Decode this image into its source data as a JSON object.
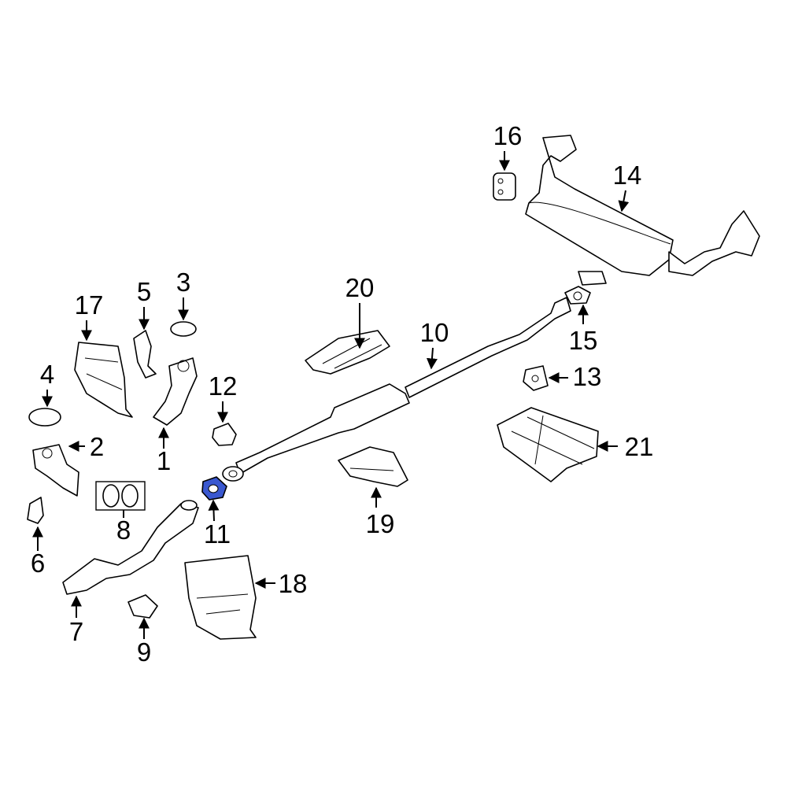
{
  "diagram": {
    "highlight_color": "#3a58d0",
    "highlighted_part": "11",
    "callouts": [
      "1",
      "2",
      "3",
      "4",
      "5",
      "6",
      "7",
      "8",
      "9",
      "10",
      "11",
      "12",
      "13",
      "14",
      "15",
      "16",
      "17",
      "18",
      "19",
      "20",
      "21"
    ]
  }
}
